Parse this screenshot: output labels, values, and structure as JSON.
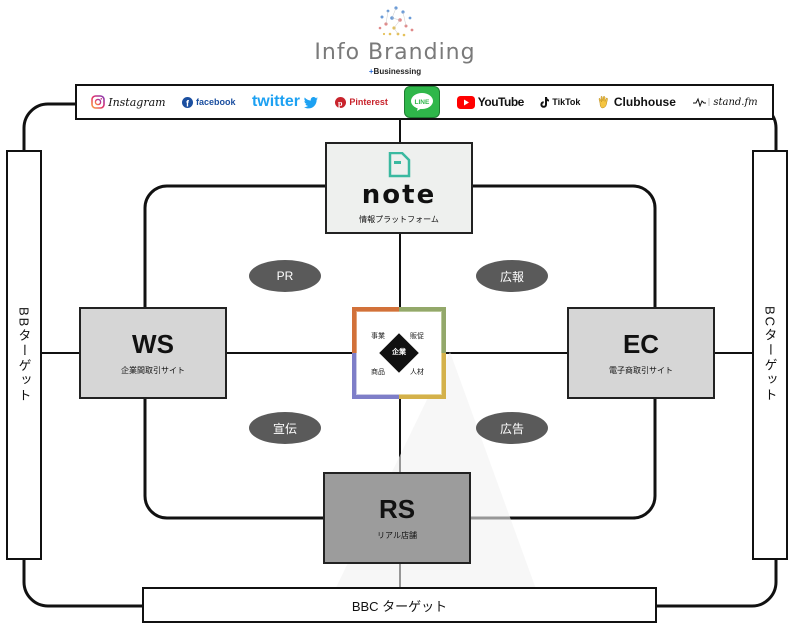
{
  "brand": {
    "title": "Info Branding",
    "sub_plus": "+",
    "sub_text": "Businessing"
  },
  "sns": [
    {
      "name": "Instagram",
      "icon": "instagram-icon"
    },
    {
      "name": "facebook",
      "icon": "facebook-icon"
    },
    {
      "name": "twitter",
      "icon": "twitter-bird-icon"
    },
    {
      "name": "Pinterest",
      "icon": "pinterest-icon"
    },
    {
      "name": "LINE",
      "icon": "line-icon"
    },
    {
      "name": "YouTube",
      "icon": "youtube-icon"
    },
    {
      "name": "TikTok",
      "icon": "tiktok-icon"
    },
    {
      "name": "Clubhouse",
      "icon": "wave-hand-icon"
    },
    {
      "name": "stand.fm",
      "icon": "stand-fm-icon"
    }
  ],
  "targets": {
    "left": "BBターゲット",
    "right": "BCターゲット",
    "bottom": "BBC ターゲット"
  },
  "note": {
    "title": "note",
    "sub": "情報プラットフォーム"
  },
  "ws": {
    "title": "WS",
    "sub": "企業間取引サイト"
  },
  "ec": {
    "title": "EC",
    "sub": "電子商取引サイト"
  },
  "rs": {
    "title": "RS",
    "sub": "リアル店舗"
  },
  "ovals": {
    "pr": "PR",
    "koho": "広報",
    "senden": "宣伝",
    "kokoku": "広告"
  },
  "center": {
    "tl": "事業",
    "tr": "販促",
    "bl": "商品",
    "br": "人材",
    "core": "企業"
  },
  "colors": {
    "line_green": "#2fb74a",
    "twitter_blue": "#1da1f2",
    "facebook_blue": "#1b4fa0",
    "youtube_red": "#ff0000",
    "pinterest_red": "#c8232c"
  }
}
